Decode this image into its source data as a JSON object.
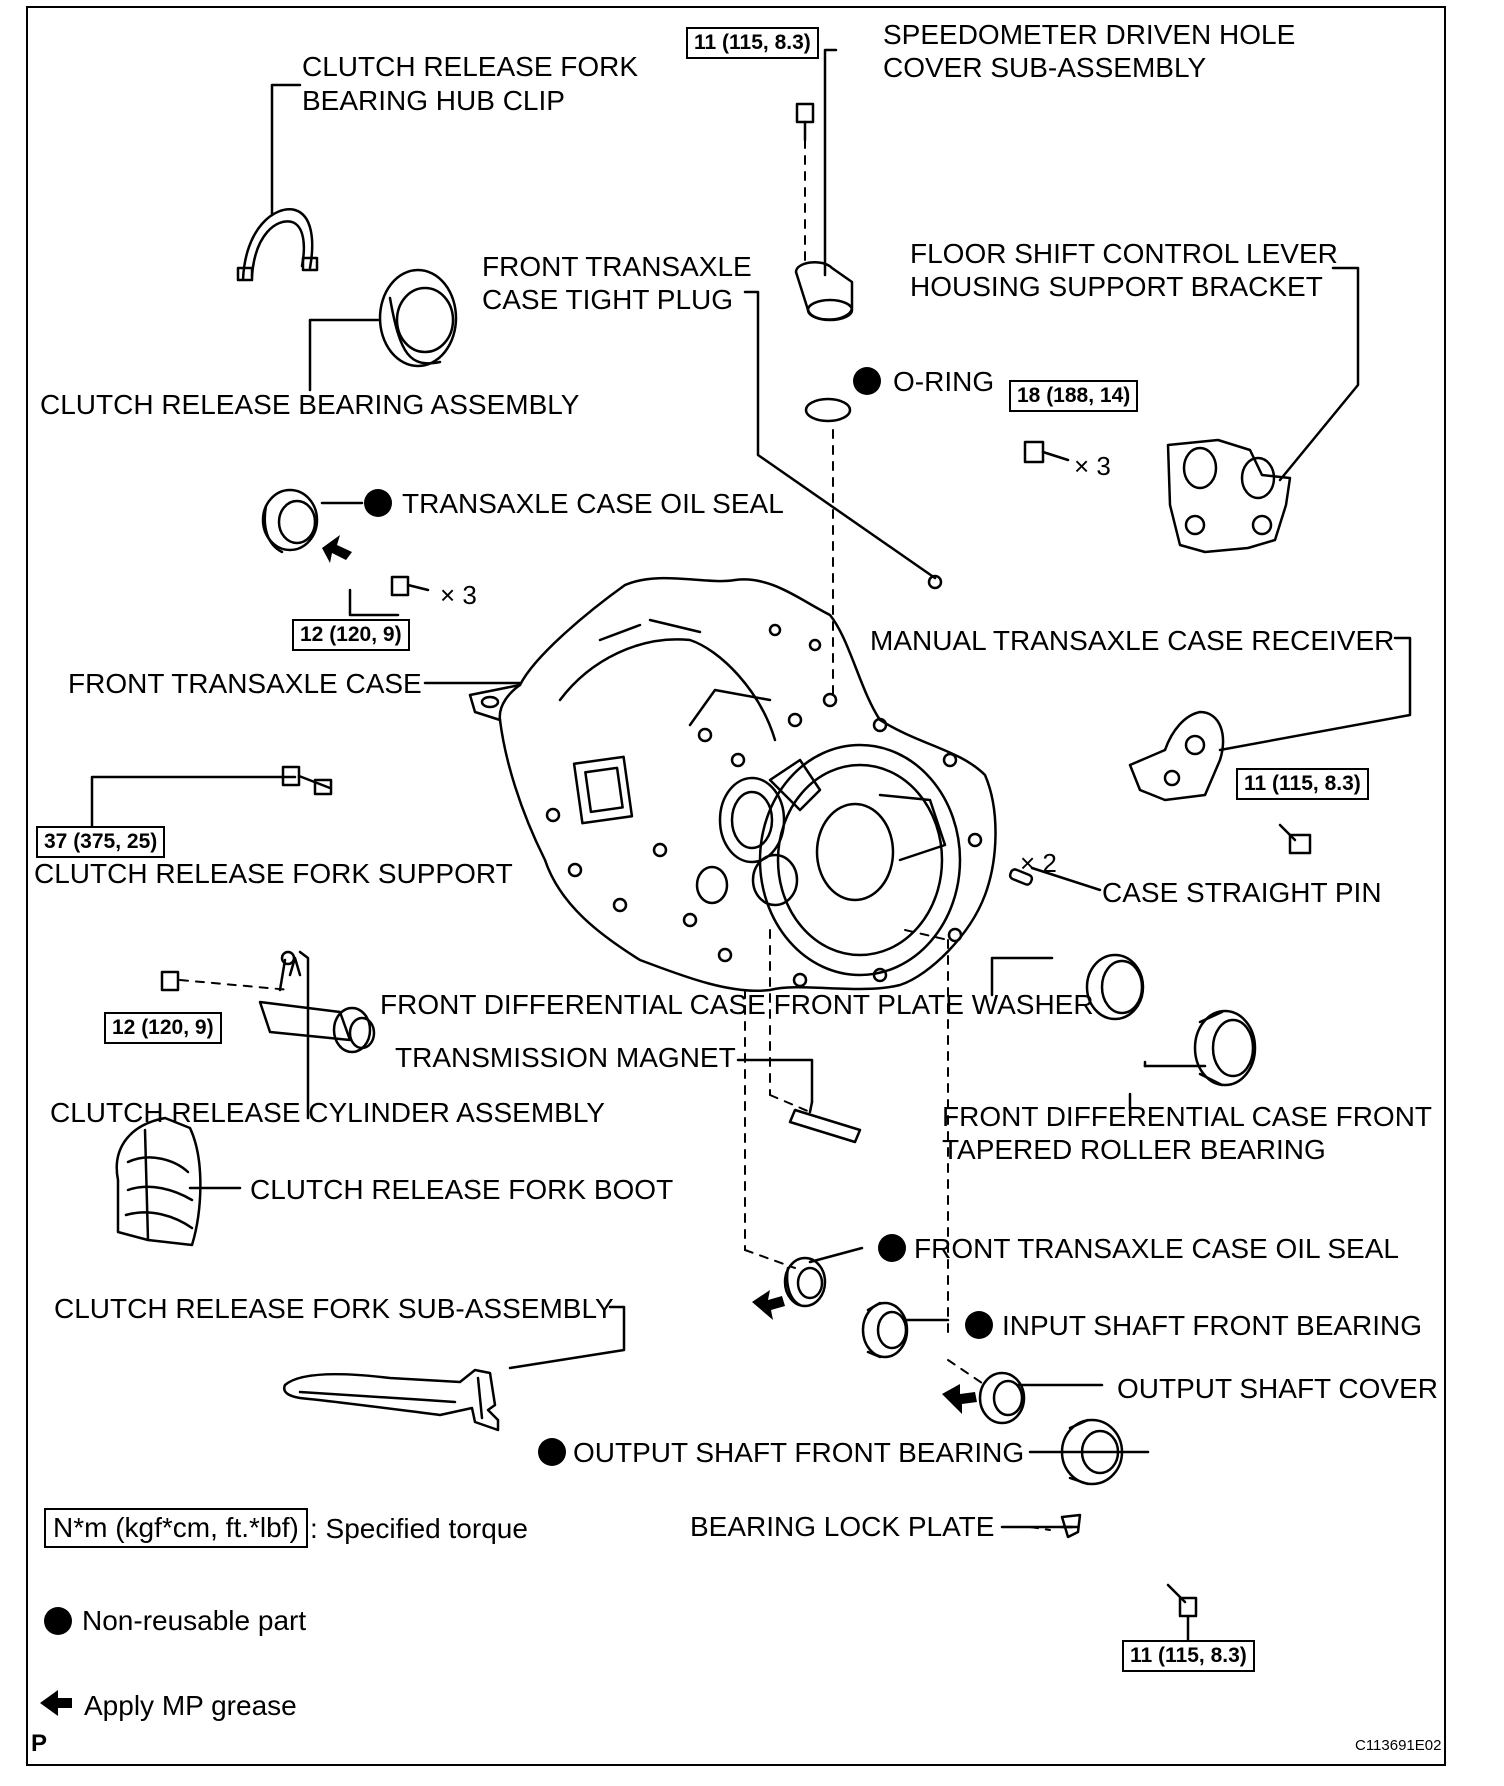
{
  "diagram": {
    "labels": {
      "clutch_release_fork_bearing_hub_clip": [
        "CLUTCH RELEASE FORK",
        "BEARING HUB CLIP"
      ],
      "speedometer_driven_hole_cover": [
        "SPEEDOMETER DRIVEN HOLE",
        "COVER SUB-ASSEMBLY"
      ],
      "front_transaxle_case_tight_plug": [
        "FRONT TRANSAXLE",
        "CASE TIGHT PLUG"
      ],
      "floor_shift_control_lever_bracket": [
        "FLOOR SHIFT CONTROL LEVER",
        "HOUSING SUPPORT BRACKET"
      ],
      "o_ring": "O-RING",
      "clutch_release_bearing_assembly": "CLUTCH RELEASE BEARING ASSEMBLY",
      "transaxle_case_oil_seal": "TRANSAXLE CASE OIL SEAL",
      "manual_transaxle_case_receiver": "MANUAL TRANSAXLE CASE RECEIVER",
      "front_transaxle_case": "FRONT TRANSAXLE CASE",
      "clutch_release_fork_support": "CLUTCH RELEASE FORK SUPPORT",
      "case_straight_pin": "CASE STRAIGHT PIN",
      "front_differential_case_front_plate_washer": "FRONT DIFFERENTIAL CASE FRONT PLATE WASHER",
      "transmission_magnet": "TRANSMISSION MAGNET",
      "front_differential_case_front_tapered_roller_bearing": [
        "FRONT DIFFERENTIAL CASE FRONT",
        "TAPERED ROLLER BEARING"
      ],
      "clutch_release_cylinder_assembly": "CLUTCH RELEASE CYLINDER ASSEMBLY",
      "clutch_release_fork_boot": "CLUTCH RELEASE FORK BOOT",
      "front_transaxle_case_oil_seal": "FRONT TRANSAXLE CASE OIL SEAL",
      "clutch_release_fork_sub_assembly": "CLUTCH RELEASE FORK SUB-ASSEMBLY",
      "input_shaft_front_bearing": "INPUT SHAFT FRONT BEARING",
      "output_shaft_cover": "OUTPUT SHAFT COVER",
      "output_shaft_front_bearing": "OUTPUT SHAFT FRONT BEARING",
      "bearing_lock_plate": "BEARING LOCK PLATE"
    },
    "torques": {
      "speedometer_bolt": "11 (115, 8.3)",
      "bracket_bolt": "18 (188, 14)",
      "oil_seal_bolts": "12 (120, 9)",
      "fork_support": "37 (375, 25)",
      "receiver_bolt": "11 (115, 8.3)",
      "cylinder_bolt": "12 (120, 9)",
      "lock_plate_bolt": "11 (115, 8.3)"
    },
    "quantities": {
      "bracket_bolts": "× 3",
      "oil_seal_bolts": "× 3",
      "straight_pins": "× 2"
    },
    "legend": {
      "torque_box": "N*m (kgf*cm, ft.*lbf)",
      "torque_text": ": Specified torque",
      "non_reusable": "Non-reusable part",
      "grease": "Apply MP grease"
    },
    "corner_letter": "P",
    "figure_code": "C113691E02"
  },
  "colors": {
    "ink": "#000000",
    "paper": "#ffffff"
  }
}
